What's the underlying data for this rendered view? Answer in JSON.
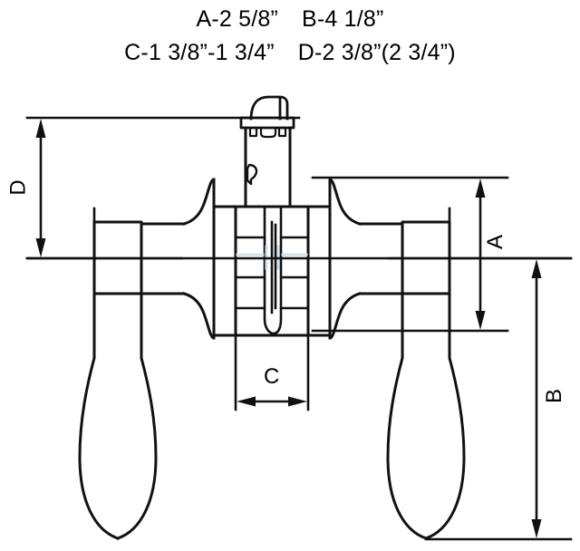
{
  "drawing": {
    "title_lines": [
      {
        "cells": [
          "A-2 5/8”",
          "B-4 1/8”"
        ]
      },
      {
        "cells": [
          "C-1 3/8”-1 3/4”",
          "D-2 3/8”(2 3/4”)"
        ]
      }
    ],
    "specs": [
      {
        "key": "A",
        "label": "A-2 5/8”",
        "value": "2 5/8”"
      },
      {
        "key": "B",
        "label": "B-4 1/8”",
        "value": "4 1/8”"
      },
      {
        "key": "C",
        "label": "C-1 3/8”-1 3/4”",
        "value": "1 3/8”-1 3/4”"
      },
      {
        "key": "D",
        "label": "D-2 3/8”(2 3/4”)",
        "value": "2 3/8”(2 3/4”)"
      }
    ],
    "dimension_labels": {
      "a": "A",
      "b": "B",
      "c": "C",
      "d": "D"
    },
    "colors": {
      "line": "#111111",
      "background": "#ffffff",
      "centerline": "#111111",
      "hidden_tint": "#cfe3ec"
    },
    "stroke": {
      "outline": 3.0,
      "detail": 2.4,
      "dimension": 2.6,
      "centerline": 2.4
    },
    "parts": {
      "thumbturn": "thumb-turn-knob",
      "cylinder": "lock-cylinder-housing",
      "keyhole": "keyway-glyph",
      "left_rose": "left-rose-escutcheon",
      "right_rose": "right-rose-escutcheon",
      "left_lever": "left-lever-handle",
      "right_lever": "right-lever-handle",
      "spindle": "center-spindle"
    }
  }
}
